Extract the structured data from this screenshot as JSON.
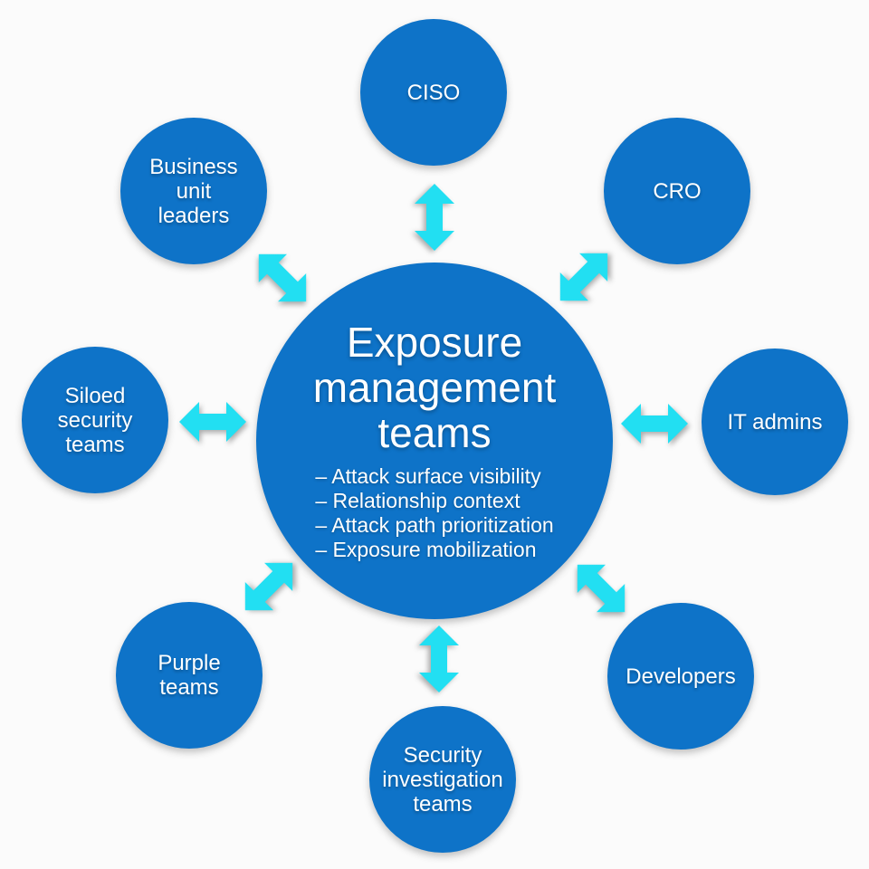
{
  "diagram": {
    "background": "#fbfbfb",
    "colors": {
      "node_fill": "#0e73c8",
      "arrow_fill": "#22dff2",
      "text": "#ffffff"
    },
    "center": {
      "title": "Exposure\nmanagement\nteams",
      "bullets": [
        "– Attack surface visibility",
        "– Relationship context",
        "– Attack path prioritization",
        "– Exposure mobilization"
      ]
    },
    "satellites": [
      {
        "id": "ciso",
        "label": "CISO"
      },
      {
        "id": "business-unit-leaders",
        "label": "Business\nunit\nleaders"
      },
      {
        "id": "cro",
        "label": "CRO"
      },
      {
        "id": "siloed-security-teams",
        "label": "Siloed\nsecurity\nteams"
      },
      {
        "id": "it-admins",
        "label": "IT admins"
      },
      {
        "id": "purple-teams",
        "label": "Purple\nteams"
      },
      {
        "id": "security-investigation-teams",
        "label": "Security\ninvestigation\nteams"
      },
      {
        "id": "developers",
        "label": "Developers"
      }
    ]
  }
}
